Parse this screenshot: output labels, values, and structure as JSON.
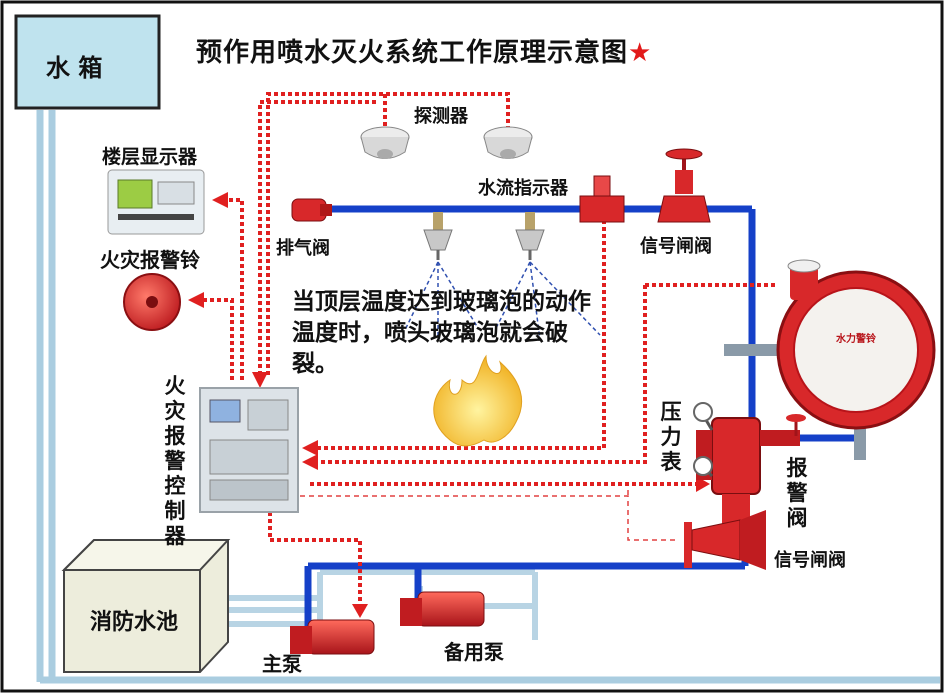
{
  "title": "预作用喷水灭火系统工作原理示意图",
  "title_mark": "★",
  "labels": {
    "water_tank": "水    箱",
    "floor_display": "楼层显示器",
    "fire_bell": "火灾报警铃",
    "exhaust_valve": "排气阀",
    "detector": "探测器",
    "flow_indicator": "水流指示器",
    "signal_valve_top": "信号闸阀",
    "pressure_gauge": "压力表",
    "alarm_valve": "报警阀",
    "signal_valve_bottom": "信号闸阀",
    "controller": "火灾报警控制器",
    "fire_pool": "消防水池",
    "main_pump": "主泵",
    "backup_pump": "备用泵",
    "alarm_bell_face": "水力警铃"
  },
  "note": "当顶层温度达到玻璃泡的动作温度时，喷头玻璃泡就会破裂。",
  "colors": {
    "pipe_blue": "#1540c8",
    "pipe_light": "#b8d4e4",
    "signal_red": "#e02020",
    "equipment_red": "#d8282a",
    "tank_fill": "#bfe3ee",
    "flame_yellow": "#f4c23a"
  }
}
